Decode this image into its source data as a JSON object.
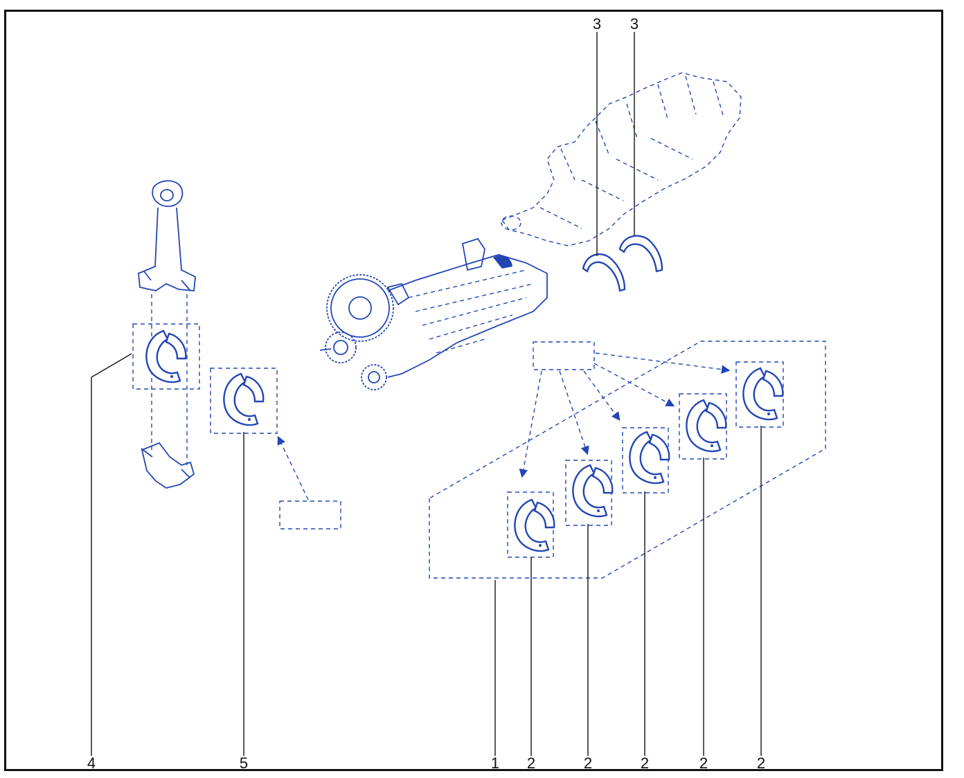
{
  "diagram": {
    "callouts": {
      "c1": "1",
      "c2": "2",
      "c3": "3",
      "c4": "4",
      "c5": "5"
    },
    "colors": {
      "line": "#2346b4",
      "leader": "#111111",
      "frame": "#111111"
    },
    "parts": [
      "connecting-rod",
      "crankshaft",
      "balance-shaft-gear-assembly",
      "thrust-washer",
      "main-bearing-shell",
      "rod-bearing-shell"
    ]
  }
}
